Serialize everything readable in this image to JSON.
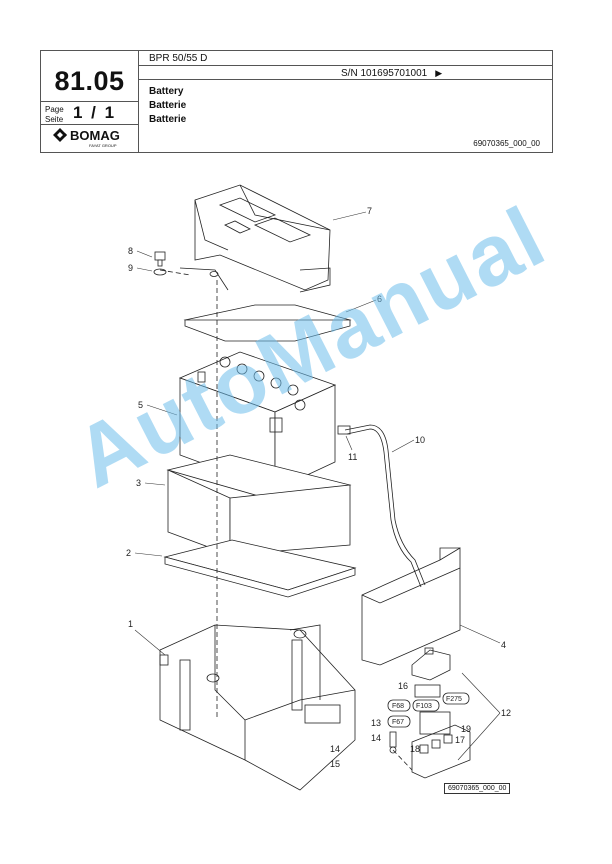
{
  "header": {
    "model": "BPR 50/55 D",
    "serial": "S/N 101695701001",
    "serial_arrow": "▶",
    "group_number": "81.05",
    "page_label_1": "Page",
    "page_label_2": "Seite",
    "page_number": "1 / 1",
    "logo_text": "BOMAG",
    "logo_sub": "FAYAT GROUP",
    "titles": [
      "Battery",
      "Batterie",
      "Batterie"
    ],
    "ref_code": "69070365_000_00"
  },
  "diagram": {
    "callouts": [
      "1",
      "2",
      "3",
      "4",
      "5",
      "6",
      "7",
      "8",
      "9",
      "10",
      "11",
      "12",
      "13",
      "14",
      "14",
      "15",
      "16",
      "17",
      "18",
      "19"
    ],
    "fuse_labels": [
      "F68",
      "F103",
      "F275",
      "F67"
    ],
    "figure_code": "69070365_000_00"
  },
  "watermark": "AutoManual",
  "colors": {
    "watermark": "#6ebeeb",
    "line": "#222222"
  }
}
